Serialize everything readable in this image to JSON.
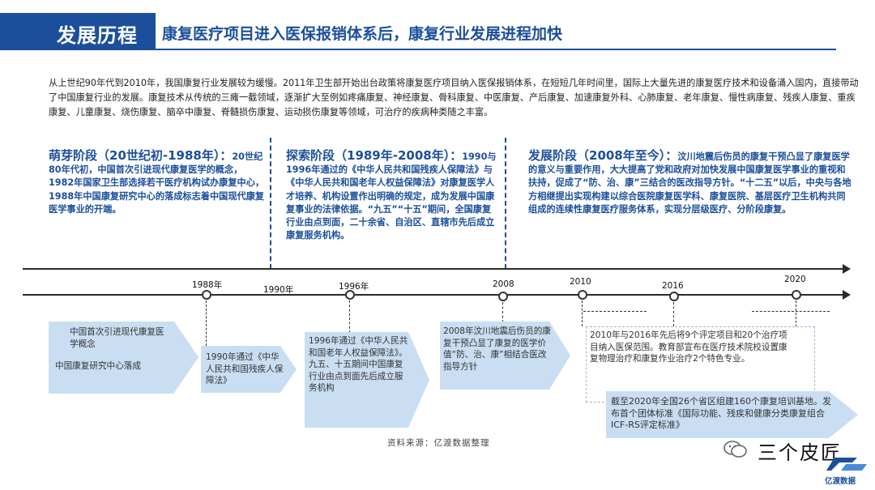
{
  "header": {
    "title": "发展历程",
    "subtitle": "康复医疗项目进入医保报销体系后，康复行业发展进程加快"
  },
  "intro": "从上世纪90年代到2010年，我国康复行业发展较为缓慢。2011年卫生部开始出台政策将康复医疗项目纳入医保报销体系，在短短几年时间里，国际上大量先进的康复医疗技术和设备涌入国内，直接带动了中国康复行业的发展。康复技术从传统的三瘫一截领域，逐渐扩大至例如疼痛康复、神经康复、骨科康复、中医康复、产后康复、加速康复外科、心肺康复、老年康复、慢性病康复、残疾人康复、重疾康复、儿童康复、烧伤康复、脑卒中康复、脊髓损伤康复、运动损伤康复等领域，可治疗的疾病种类随之丰富。",
  "stages": [
    {
      "title": "萌芽阶段（20世纪初-1988年）：",
      "body": "20世纪80年代初，中国首次引进现代康复医学的概念，1982年国家卫生部选择若干医疗机构试办康复中心，1988年中国康复研究中心的落成标志着中国现代康复医学事业的开端。"
    },
    {
      "title": "探索阶段（1989年-2008年）：",
      "body": "1990与1996年通过的《中华人民共和国残疾人保障法》与《中华人民共和国老年人权益保障法》对康复医学人才培养、机构设置作出明确的规定，成为发展中国康复事业的法律依据。“九五”“十五”期间，全国康复行业由点到面，二十余省、自治区、直辖市先后成立康复服务机构。"
    },
    {
      "title": "发展阶段（2008年至今）：",
      "body": "汶川地震后伤员的康复干预凸显了康复医学的意义与重要作用，大大提高了党和政府对加快发展中国康复医学事业的重视和扶持，促成了“防、治、康”三结合的医改指导方针。“十二五”以后，中央与各地方相继提出实现构建以综合医院康复医学科、康复医院、基层医疗卫生机构共同组成的连续性康复医疗服务体系，实现分层级医疗、分阶段康复。"
    }
  ],
  "timeline": {
    "years": [
      "1988年",
      "1990年",
      "1996年",
      "2008",
      "2010",
      "2016",
      "2020"
    ],
    "events": {
      "e1a": "中国首次引进现代康复医学概念",
      "e1b": "中国康复研究中心落成",
      "e2": "1990年通过《中华人民共和国残疾人保障法》",
      "e3": "1996年通过《中华人民共和国老年人权益保障法》。九五、十五期间中国康复行业由点到面先后成立服务机构",
      "e4": "2008年汶川地震后伤员的康复干预凸显了康复的医学价值“防、治、康”相结合医改指导方针",
      "e5": "2010年与2016年先后将9个评定项目和20个治疗项目纳入医保范围。教育部宣布在医疗技术院校设置康复物理治疗和康复作业治疗2个特色专业。",
      "e6": "截至2020年全国26个省区组建160个康复培训基地。发布首个团体标准《国际功能、残疾和健康分类康复组合ICF-RS评定标准》"
    }
  },
  "source": "资料来源：亿渡数据整理",
  "watermark": {
    "icon": "wechat-icon",
    "text": "三个皮匠",
    "logo_name": "亿渡数据"
  },
  "colors": {
    "brand_blue": "#1b4f9c",
    "arrow_fill": "#c9def2"
  }
}
